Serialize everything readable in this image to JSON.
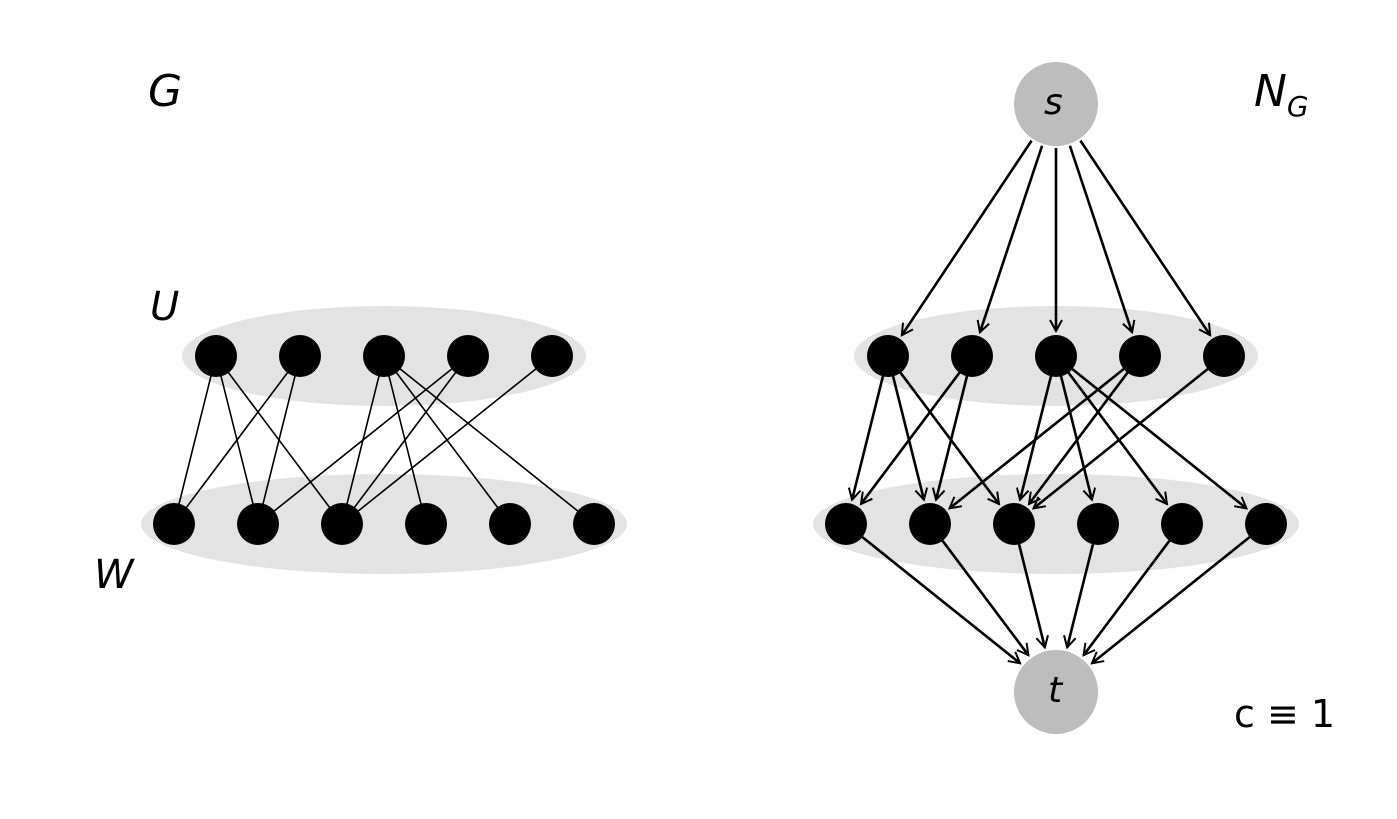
{
  "left": {
    "title": "G",
    "u_label": "U",
    "w_label": "W"
  },
  "right": {
    "title": "N",
    "title_sub": "G",
    "source_label": "s",
    "sink_label": "t",
    "capacity_note": "c ≡ 1"
  },
  "graph": {
    "u_count": 5,
    "w_count": 6,
    "edges": [
      [
        0,
        0
      ],
      [
        0,
        1
      ],
      [
        0,
        2
      ],
      [
        1,
        0
      ],
      [
        1,
        1
      ],
      [
        2,
        2
      ],
      [
        2,
        3
      ],
      [
        2,
        4
      ],
      [
        2,
        5
      ],
      [
        3,
        1
      ],
      [
        3,
        2
      ],
      [
        4,
        2
      ]
    ]
  },
  "colors": {
    "node": "#000000",
    "terminal": "#bdbdbd",
    "partition": "#e3e3e3"
  }
}
